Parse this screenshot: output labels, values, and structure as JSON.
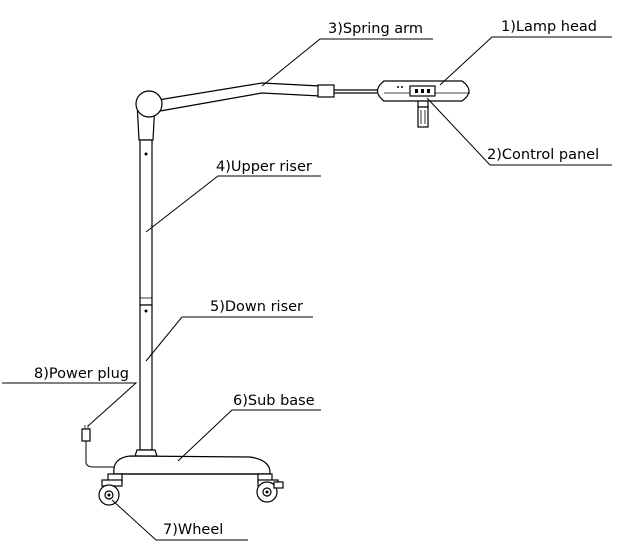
{
  "labels": {
    "lamp_head": "1)Lamp head",
    "control_panel": "2)Control panel",
    "spring_arm": "3)Spring arm",
    "upper_riser": "4)Upper riser",
    "down_riser": "5)Down riser",
    "sub_base": "6)Sub base",
    "wheel": "7)Wheel",
    "power_plug": "8)Power plug"
  }
}
